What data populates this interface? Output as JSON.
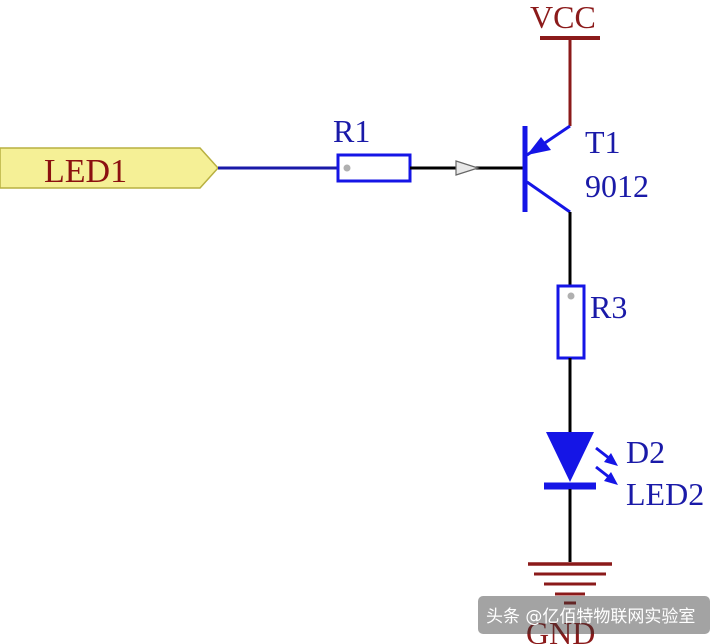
{
  "colors": {
    "wire_blue": "#1a1aa8",
    "wire_dark": "#000000",
    "power_red": "#8b1a1a",
    "component_blue": "#1515e6",
    "port_fill": "#f5f096",
    "port_stroke": "#b8b040",
    "port_text": "#8b1010",
    "label_blue": "#1a1aa8",
    "resistor_fill": "#ffffff",
    "watermark_text": "#ffffff"
  },
  "labels": {
    "vcc": "VCC",
    "gnd": "GND",
    "port": "LED1",
    "r1": "R1",
    "r3": "R3",
    "t1_ref": "T1",
    "t1_value": "9012",
    "d2_ref": "D2",
    "d2_value": "LED2"
  },
  "icons": {
    "ground": "ground-symbol-icon",
    "led_emission": "light-emission-arrows-icon",
    "input_arrow": "input-arrow-icon"
  },
  "watermark": "头条 @亿佰特物联网实验室"
}
